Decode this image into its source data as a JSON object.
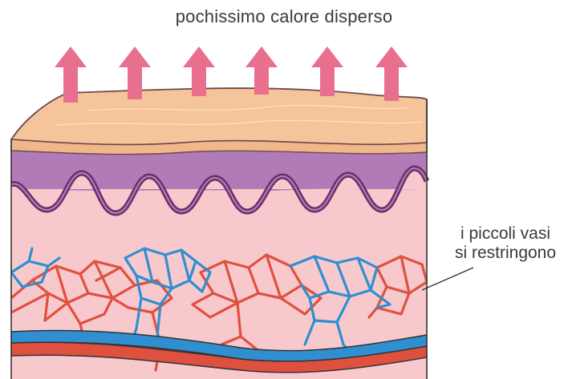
{
  "labels": {
    "top": "pochissimo calore disperso",
    "side_line1": "i piccoli vasi",
    "side_line2": "si restringono"
  },
  "colors": {
    "arrow": "#e8708e",
    "epidermis": "#f5c49b",
    "epidermis_outline": "#6b4a4a",
    "dermis_purple": "#b07bb6",
    "dermis_purple_dark": "#6c2f6c",
    "tissue": "#f7c9cd",
    "artery": "#e0503f",
    "vein": "#2f8fd0",
    "outline": "#333333"
  }
}
